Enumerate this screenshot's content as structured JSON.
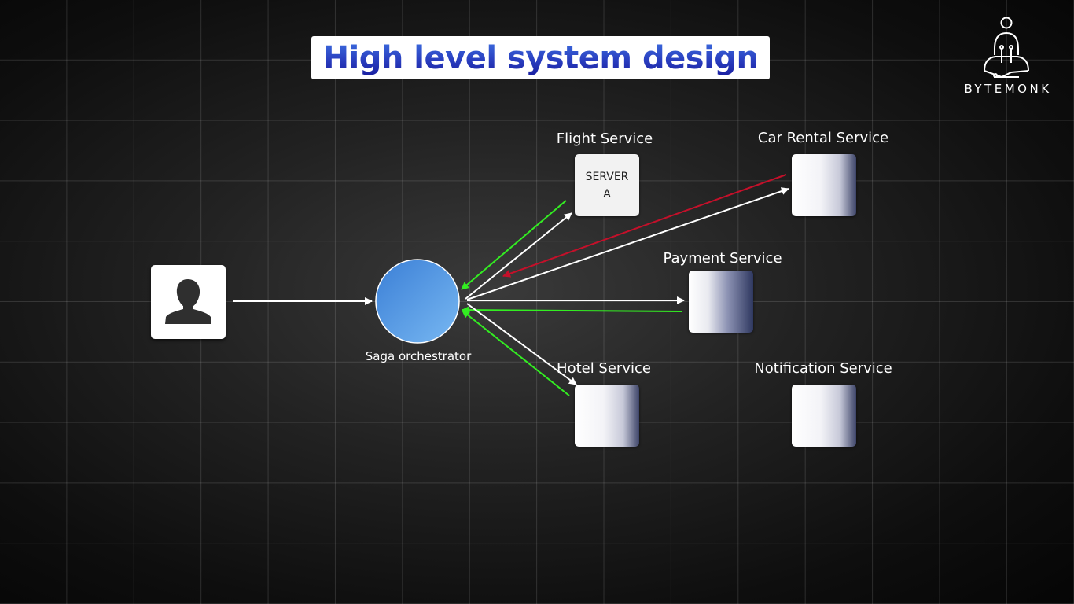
{
  "title": "High level system design",
  "logo": {
    "text": "BYTEMONK",
    "icon": "monk-meditation-icon"
  },
  "user": {
    "icon": "user-silhouette-icon"
  },
  "orchestrator": {
    "label": "Saga orchestrator"
  },
  "services": {
    "flight": {
      "label": "Flight Service",
      "server_line1": "SERVER",
      "server_line2": "A"
    },
    "car_rental": {
      "label": "Car Rental Service"
    },
    "payment": {
      "label": "Payment Service"
    },
    "hotel": {
      "label": "Hotel Service"
    },
    "notification": {
      "label": "Notification Service"
    }
  },
  "colors": {
    "request_arrow": "#ffffff",
    "success_arrow": "#33ee22",
    "failure_arrow": "#c4102a",
    "orchestrator_fill": "#4a90e2",
    "title_text": "#2a3fc0"
  }
}
